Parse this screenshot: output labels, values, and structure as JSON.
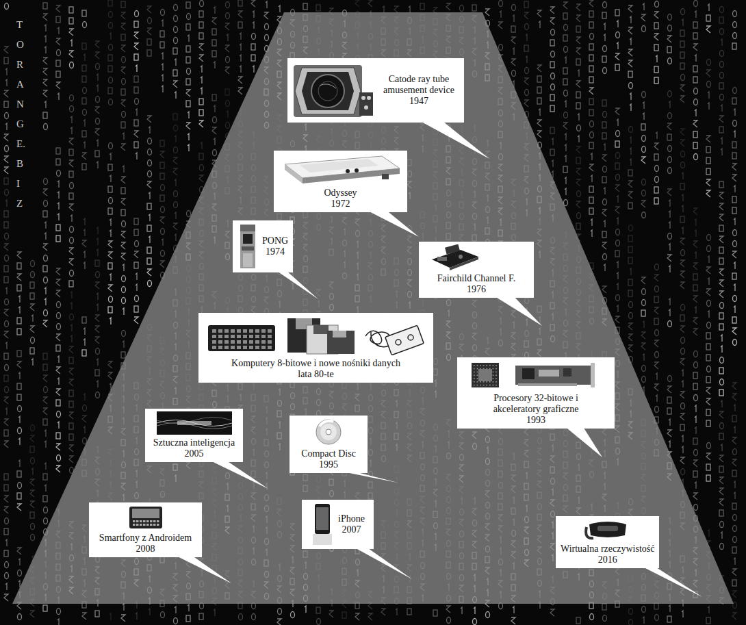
{
  "diagram": {
    "nodes": [
      {
        "text": [
          "Catode ray tube amusement device",
          "1947"
        ]
      },
      {
        "text": [
          "Odyssey",
          "1972"
        ]
      },
      {
        "text": [
          "PONG",
          "1974"
        ]
      },
      {
        "text": [
          "Fairchild Channel F.",
          "1976"
        ]
      },
      {
        "text": [
          "Komputery 8-bitowe i nowe nośniki danych",
          "lata 80-te"
        ]
      },
      {
        "text": [
          "Procesory 32-bitowe i akceleratory graficzne",
          "1993"
        ]
      },
      {
        "text": [
          "Sztuczna inteligencja",
          "2005"
        ]
      },
      {
        "text": [
          "Compact Disc",
          "1995"
        ]
      },
      {
        "text": [
          "Smartfony z Androidem",
          "2008"
        ]
      },
      {
        "text": [
          "iPhone",
          "2007"
        ]
      },
      {
        "text": [
          "Wirtualna rzeczywistość",
          "2016"
        ]
      }
    ],
    "labels": [
      "TORANGE.BIZ"
    ]
  }
}
